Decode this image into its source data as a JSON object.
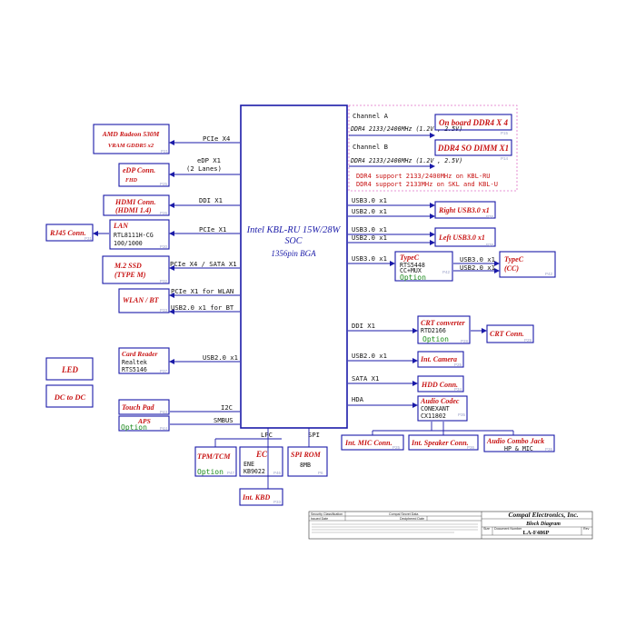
{
  "soc": {
    "title": "Intel KBL-RU 15W/28W",
    "sub": "SOC",
    "pkg": "1356pin BGA"
  },
  "memory": {
    "ch_a": "Channel A",
    "ch_a_speed": "DDR4 2133/2400MHz (1.2V , 2.5V)",
    "ch_a_block": "On board DDR4 X 4",
    "ch_a_page": "P15",
    "ch_b": "Channel B",
    "ch_b_speed": "DDR4 2133/2400MHz (1.2V , 2.5V)",
    "ch_b_block": "DDR4 SO DIMM X1",
    "ch_b_page": "P14",
    "note1": "DDR4 support 2133/2400MHz on KBL-RU",
    "note2": "DDR4 support 2133MHz on SKL and KBL-U"
  },
  "left": {
    "gpu": {
      "title": "AMD Radeon 530M",
      "sub": "VRAM GDDR5 x2",
      "page": "P21",
      "bus": "PCIe X4"
    },
    "edp": {
      "title": "eDP Conn.",
      "sub": "FHD",
      "page": "P25",
      "bus": "eDP X1",
      "bus2": "(2 Lanes)"
    },
    "hdmi": {
      "title": "HDMI Conn.",
      "sub": "(HDMI 1.4)",
      "page": "P26",
      "bus": "DDI X1"
    },
    "lan": {
      "title": "LAN",
      "chip": "RTL8111H-CG",
      "sub": "100/1000",
      "page": "P30",
      "bus": "PCIe X1"
    },
    "rj45": {
      "title": "RJ45 Conn.",
      "page": "P31"
    },
    "ssd": {
      "title": "M.2 SSD",
      "sub": "(TYPE M)",
      "page": "P32",
      "bus": "PCIe X4 / SATA X1"
    },
    "wlan": {
      "title": "WLAN / BT",
      "page": "P33",
      "bus": "PCIe X1 for WLAN",
      "bus2": "USB2.0 x1 for BT"
    },
    "card": {
      "title": "Card Reader",
      "chip": "Realtek",
      "sub": "RTS5146",
      "page": "P37",
      "bus": "USB2.0 x1"
    },
    "led": {
      "title": "LED"
    },
    "dcdc": {
      "title": "DC to DC"
    },
    "touch": {
      "title": "Touch Pad",
      "page": "P43",
      "bus": "I2C"
    },
    "aps": {
      "title": "APS",
      "option": "Option",
      "page": "P44",
      "bus": "SMBUS"
    }
  },
  "bottom": {
    "lpc": "LPC",
    "spi": "SPI",
    "tpm": {
      "title": "TPM/TCM",
      "option": "Option",
      "page": "P47"
    },
    "ec": {
      "title": "EC",
      "chip": "ENE",
      "sub": "KB9022",
      "page": "P46"
    },
    "rom": {
      "title": "SPI ROM",
      "sub": "8MB",
      "page": "P6"
    },
    "kbd": {
      "title": "Int. KBD",
      "page": "P33"
    }
  },
  "right": {
    "usb_r": {
      "bus": "USB3.0 x1",
      "bus2": "USB2.0 x1",
      "title": "Right USB3.0 x1",
      "page": "P38"
    },
    "usb_l": {
      "bus": "USB3.0 x1",
      "bus2": "USB2.0 x1",
      "title": "Left USB3.0 x1",
      "page": "P38"
    },
    "typec": {
      "bus": "USB3.0 x1",
      "title": "TypeC",
      "chip": "RTS5448",
      "sub": "CC+MUX",
      "option": "Option",
      "page": "P42"
    },
    "typec_cc": {
      "title": "TypeC",
      "sub": "(CC)",
      "page": "P42",
      "bus": "USB3.0 x1",
      "bus2": "USB2.0 x1"
    },
    "crt_conv": {
      "bus": "DDI X1",
      "title": "CRT converter",
      "chip": "RTD2166",
      "option": "Option",
      "page": "P28"
    },
    "crt_conn": {
      "title": "CRT Conn.",
      "page": "P29"
    },
    "camera": {
      "bus": "USB2.0 x1",
      "title": "Int. Camera",
      "page": "P25"
    },
    "hdd": {
      "bus": "SATA X1",
      "title": "HDD Conn.",
      "page": "P34"
    },
    "codec": {
      "bus": "HDA",
      "title": "Audio Codec",
      "chip": "CONEXANT",
      "sub": "CX11802",
      "page": "P35"
    },
    "mic": {
      "title": "Int. MIC Conn.",
      "page": "P25"
    },
    "spk": {
      "title": "Int. Speaker Conn.",
      "page": "P36"
    },
    "combo": {
      "title": "Audio Combo Jack",
      "sub": "HP & MIC",
      "page": "P36"
    }
  },
  "title_block": {
    "sec_label": "Security Classification",
    "sec_value": "Compal Secret Data",
    "issued": "Issued Date",
    "deciphered": "Deciphered Date",
    "company": "Compal Electronics, Inc.",
    "doc_title": "Block Diagram",
    "model": "LA-F486P",
    "size": "Size",
    "docnum": "Document Number",
    "rev": "Rev"
  }
}
